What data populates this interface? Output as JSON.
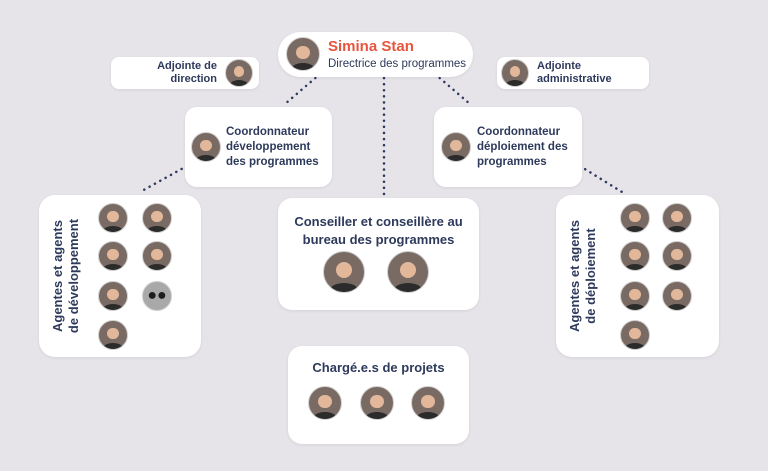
{
  "director": {
    "name": "Simina Stan",
    "role": "Directrice des programmes"
  },
  "assistant_direction": {
    "line1": "Adjointe de",
    "line2": "direction"
  },
  "assistant_admin": {
    "line1": "Adjointe",
    "line2": "administrative"
  },
  "coord_dev": {
    "line1": "Coordonnateur",
    "line2": "développement",
    "line3": "des programmes"
  },
  "coord_deploy": {
    "line1": "Coordonnateur",
    "line2": "déploiement des",
    "line3": "programmes"
  },
  "agents_dev": {
    "line1": "Agentes et agents",
    "line2": "de développement"
  },
  "advisors": {
    "line1": "Conseiller et conseillère au",
    "line2": "bureau des programmes"
  },
  "agents_deploy": {
    "line1": "Agentes et agents",
    "line2": "de déploiement"
  },
  "project_leads": {
    "title": "Chargé.e.s de projets"
  },
  "anon_icon": "incognito-icon",
  "colors": {
    "director_name": "#e8553e",
    "text": "#2e3a5c",
    "connector": "#2e3a5c",
    "background": "#e6e4e9"
  }
}
